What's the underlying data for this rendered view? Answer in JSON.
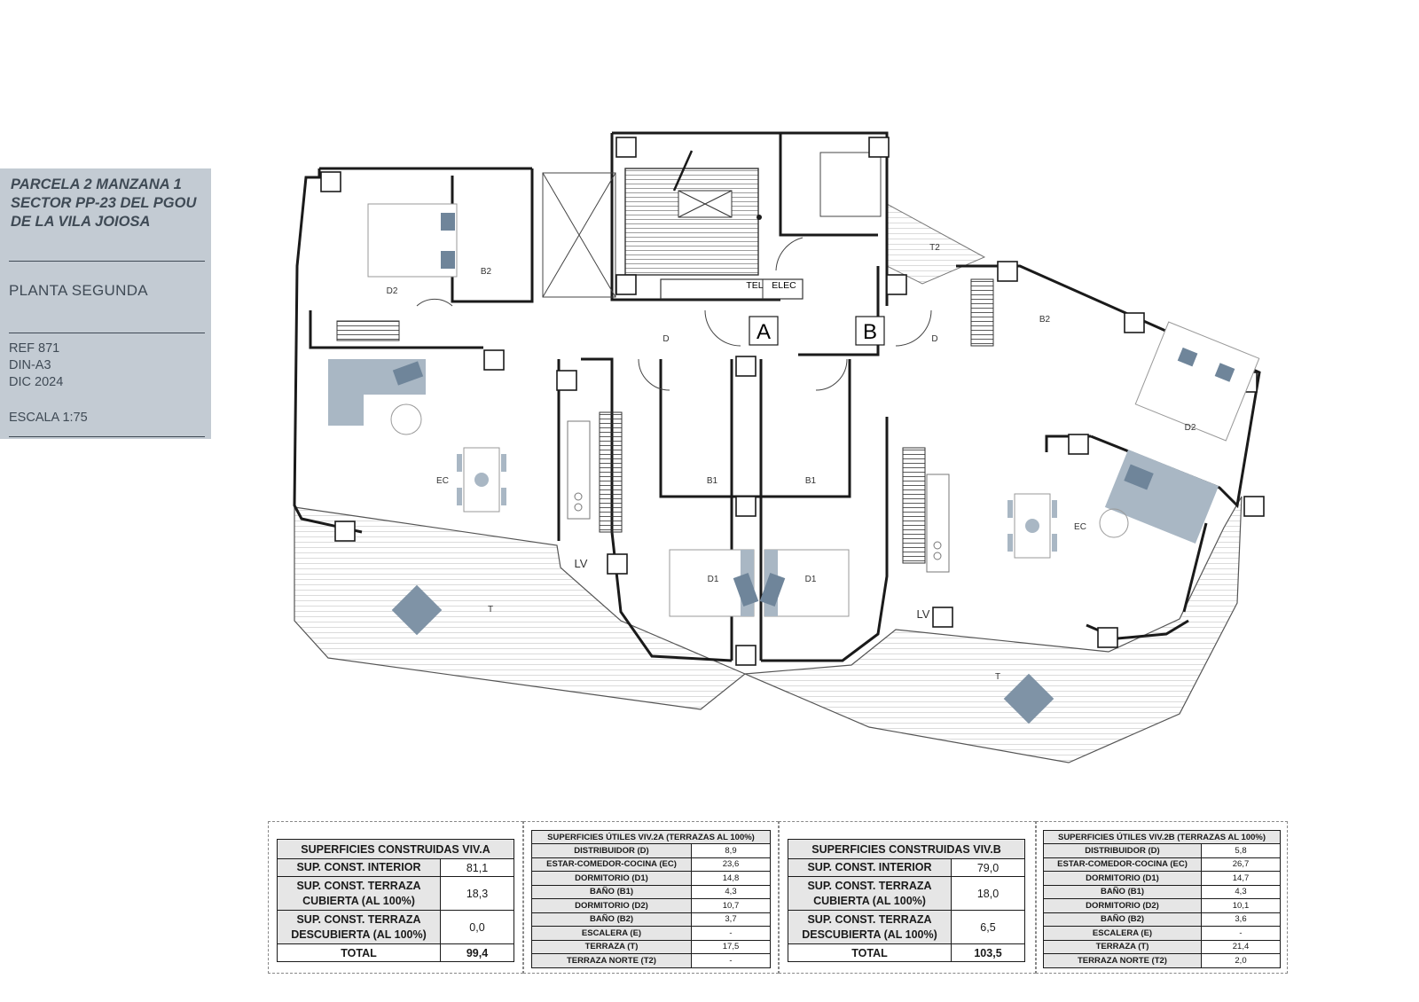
{
  "info": {
    "title_lines": [
      "PARCELA 2 MANZANA 1",
      "SECTOR PP-23 DEL PGOU",
      "DE LA VILA JOIOSA"
    ],
    "subtitle": "PLANTA SEGUNDA",
    "ref": "REF  871",
    "format": "DIN-A3",
    "date": "DIC 2024",
    "scale": "ESCALA 1:75"
  },
  "plan": {
    "unit_a": "A",
    "unit_b": "B",
    "tel": "TEL",
    "elec": "ELEC",
    "labels": {
      "d2_a": "D2",
      "b2_a": "B2",
      "d_a": "D",
      "ec_a": "EC",
      "t_a": "T",
      "lv_a": "LV",
      "b1_a": "B1",
      "d1_a": "D1",
      "b1_b": "B1",
      "d1_b": "D1",
      "d_b": "D",
      "t2_b": "T2",
      "b2_b": "B2",
      "d2_b": "D2",
      "ec_b": "EC",
      "lv_b": "LV",
      "t_b": "T"
    }
  },
  "table_const_a": {
    "header": "SUPERFICIES CONSTRUIDAS VIV.A",
    "rows": [
      {
        "label": "SUP. CONST. INTERIOR",
        "value": "81,1"
      },
      {
        "label_1": "SUP. CONST. TERRAZA",
        "label_2": "CUBIERTA (AL 100%)",
        "value": "18,3"
      },
      {
        "label_1": "SUP. CONST. TERRAZA",
        "label_2": "DESCUBIERTA (AL 100%)",
        "value": "0,0"
      }
    ],
    "total_label": "TOTAL",
    "total_value": "99,4"
  },
  "table_util_a": {
    "header": "SUPERFICIES ÚTILES VIV.2A (TERRAZAS AL 100%)",
    "rows": [
      {
        "label": "DISTRIBUIDOR (D)",
        "value": "8,9"
      },
      {
        "label": "ESTAR-COMEDOR-COCINA (EC)",
        "value": "23,6"
      },
      {
        "label": "DORMITORIO (D1)",
        "value": "14,8"
      },
      {
        "label": "BAÑO (B1)",
        "value": "4,3"
      },
      {
        "label": "DORMITORIO (D2)",
        "value": "10,7"
      },
      {
        "label": "BAÑO (B2)",
        "value": "3,7"
      },
      {
        "label": "ESCALERA (E)",
        "value": "-"
      },
      {
        "label": "TERRAZA (T)",
        "value": "17,5"
      },
      {
        "label": "TERRAZA NORTE (T2)",
        "value": "-"
      }
    ]
  },
  "table_const_b": {
    "header": "SUPERFICIES CONSTRUIDAS VIV.B",
    "rows": [
      {
        "label": "SUP. CONST. INTERIOR",
        "value": "79,0"
      },
      {
        "label_1": "SUP. CONST. TERRAZA",
        "label_2": "CUBIERTA (AL 100%)",
        "value": "18,0"
      },
      {
        "label_1": "SUP. CONST. TERRAZA",
        "label_2": "DESCUBIERTA (AL 100%)",
        "value": "6,5"
      }
    ],
    "total_label": "TOTAL",
    "total_value": "103,5"
  },
  "table_util_b": {
    "header": "SUPERFICIES ÚTILES VIV.2B (TERRAZAS AL 100%)",
    "rows": [
      {
        "label": "DISTRIBUIDOR (D)",
        "value": "5,8"
      },
      {
        "label": "ESTAR-COMEDOR-COCINA (EC)",
        "value": "26,7"
      },
      {
        "label": "DORMITORIO (D1)",
        "value": "14,7"
      },
      {
        "label": "BAÑO (B1)",
        "value": "4,3"
      },
      {
        "label": "DORMITORIO (D2)",
        "value": "10,1"
      },
      {
        "label": "BAÑO (B2)",
        "value": "3,6"
      },
      {
        "label": "ESCALERA (E)",
        "value": "-"
      },
      {
        "label": "TERRAZA (T)",
        "value": "21,4"
      },
      {
        "label": "TERRAZA NORTE (T2)",
        "value": "2,0"
      }
    ]
  },
  "colors": {
    "panel": "#c3cbd3",
    "panel_text": "#3f4a55",
    "furniture": "#7f93a6",
    "furniture_light": "#a9b7c4",
    "wall": "#1a1a1a"
  }
}
